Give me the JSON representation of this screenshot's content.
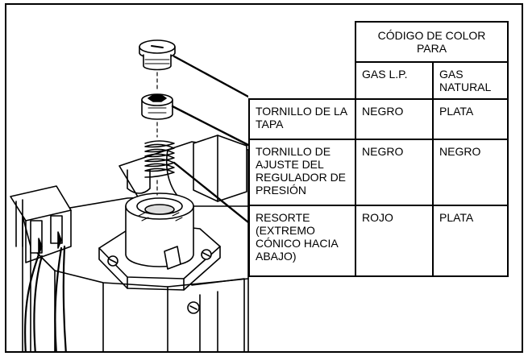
{
  "table": {
    "header": "CÓDIGO DE COLOR PARA",
    "columns": [
      "GAS L.P.",
      "GAS NATURAL"
    ],
    "rows": [
      {
        "label": "TORNILLO DE LA TAPA",
        "lp": "NEGRO",
        "natural": "PLATA"
      },
      {
        "label": "TORNILLO DE AJUSTE DEL REGULADOR DE PRESIÓN",
        "lp": "NEGRO",
        "natural": "NEGRO"
      },
      {
        "label": "RESORTE (EXTREMO CÓNICO HACIA ABAJO)",
        "lp": "ROJO",
        "natural": "PLATA"
      }
    ]
  }
}
